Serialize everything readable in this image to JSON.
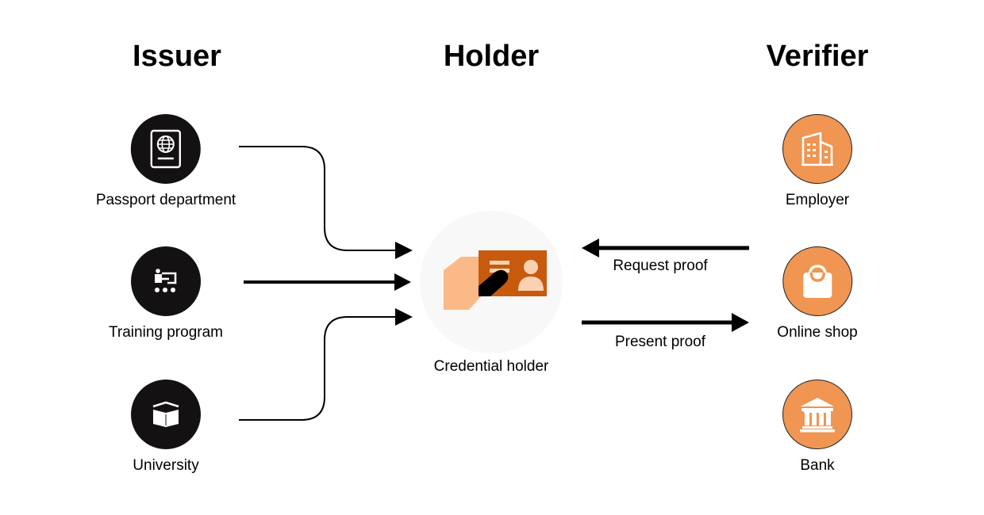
{
  "columns": {
    "issuer": "Issuer",
    "holder": "Holder",
    "verifier": "Verifier"
  },
  "issuers": [
    {
      "label": "Passport department",
      "icon": "passport-icon"
    },
    {
      "label": "Training program",
      "icon": "training-icon"
    },
    {
      "label": "University",
      "icon": "graduation-book-icon"
    }
  ],
  "holder": {
    "label": "Credential holder",
    "icon": "credential-card-icon"
  },
  "verifiers": [
    {
      "label": "Employer",
      "icon": "building-icon"
    },
    {
      "label": "Online shop",
      "icon": "shopping-bag-icon"
    },
    {
      "label": "Bank",
      "icon": "bank-icon"
    }
  ],
  "flows": {
    "request": "Request proof",
    "present": "Present proof"
  },
  "colors": {
    "issuer_bg": "#141113",
    "verifier_bg": "#f09552",
    "card_dark_orange": "#c85a0e",
    "hand_light_orange": "#fbb987",
    "holder_bg": "#f8f8f8"
  }
}
